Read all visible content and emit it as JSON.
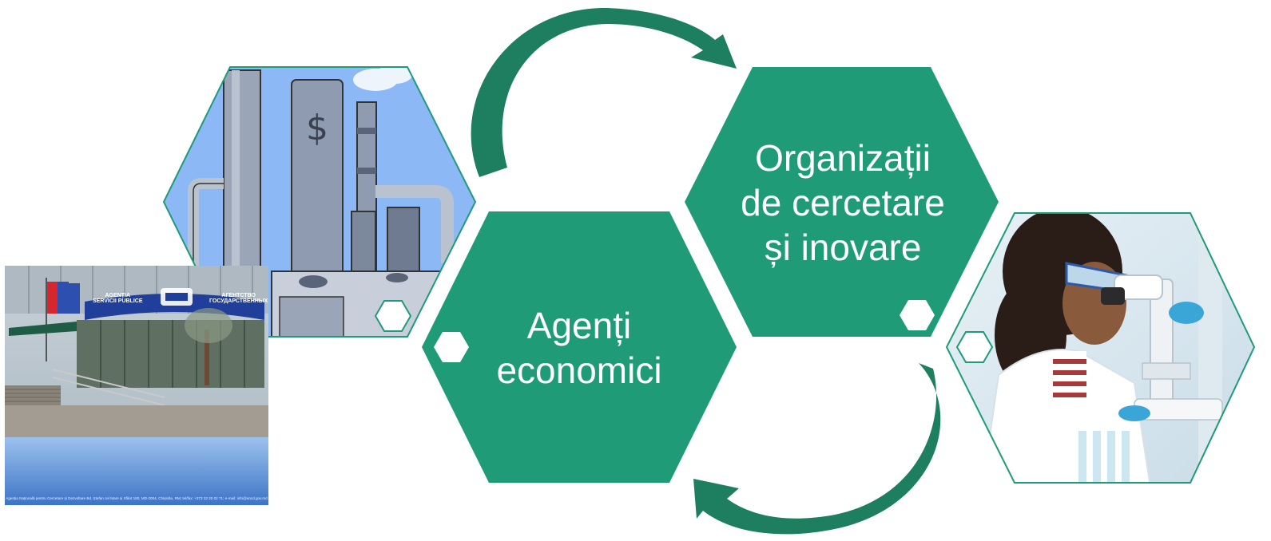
{
  "hexagons": {
    "research": {
      "lines": [
        "Organizații",
        "de cercetare",
        "și inovare"
      ]
    },
    "economic": {
      "lines": [
        "Agenți",
        "economici"
      ]
    }
  },
  "photo_building": {
    "sign_left": [
      "AGENȚIA",
      "SERVICII PUBLICE"
    ],
    "sign_right": [
      "АГЕНТСТВО",
      "ГОСУДАРСТВЕННЫХ"
    ],
    "footer": "Agenția Națională pentru Cercetare și Dezvoltare Bd. Ștefan cel Mare și Sfânt 180, MD-2004, Chișinău, RM; tel/fax: +373 22 20 02 71; e-mail: info@ancd.gov.md"
  },
  "colors": {
    "hex_fill": "#1f9b78",
    "arrow_fill": "#1d7f60",
    "small_hex_fill": "#ffffff",
    "photo_border": "#1f9b78"
  },
  "icons": {
    "factory": "factory-illustration-icon",
    "scientist": "scientist-microscope-illustration",
    "cycle_arrows": "cycle-arrow-icon"
  }
}
